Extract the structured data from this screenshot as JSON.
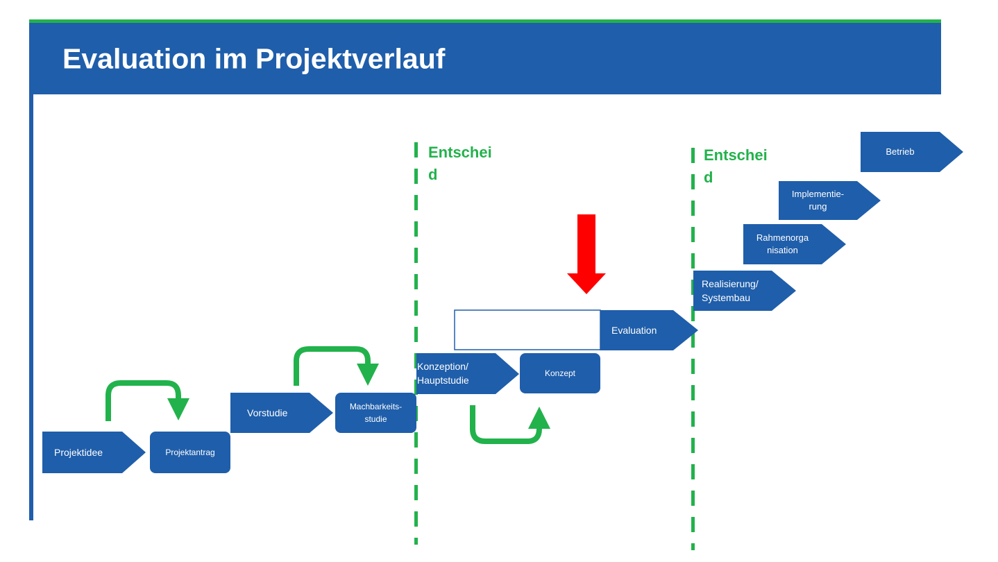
{
  "slide": {
    "title": "Evaluation im Projektverlauf",
    "colors": {
      "header": "#1f5eaa",
      "accent_green": "#22b24c",
      "shape_blue": "#1f5eaa",
      "highlight_arrow": "#ff0000"
    }
  },
  "decisions": [
    {
      "label": "Entscheid"
    },
    {
      "label": "Entscheid"
    }
  ],
  "steps": {
    "projektidee": "Projektidee",
    "projektantrag": "Projektantrag",
    "vorstudie": "Vorstudie",
    "machbarkeit": "Machbarkeits-\nstudie",
    "konzeption": "Konzeption/\nHauptstudie",
    "konzept": "Konzept",
    "evaluation": "Evaluation",
    "realisierung": "Realisierung/\nSystembau",
    "rahmen": "Rahmenorga\nnisation",
    "implementierung": "Implementie-\nrung",
    "betrieb": "Betrieb"
  }
}
